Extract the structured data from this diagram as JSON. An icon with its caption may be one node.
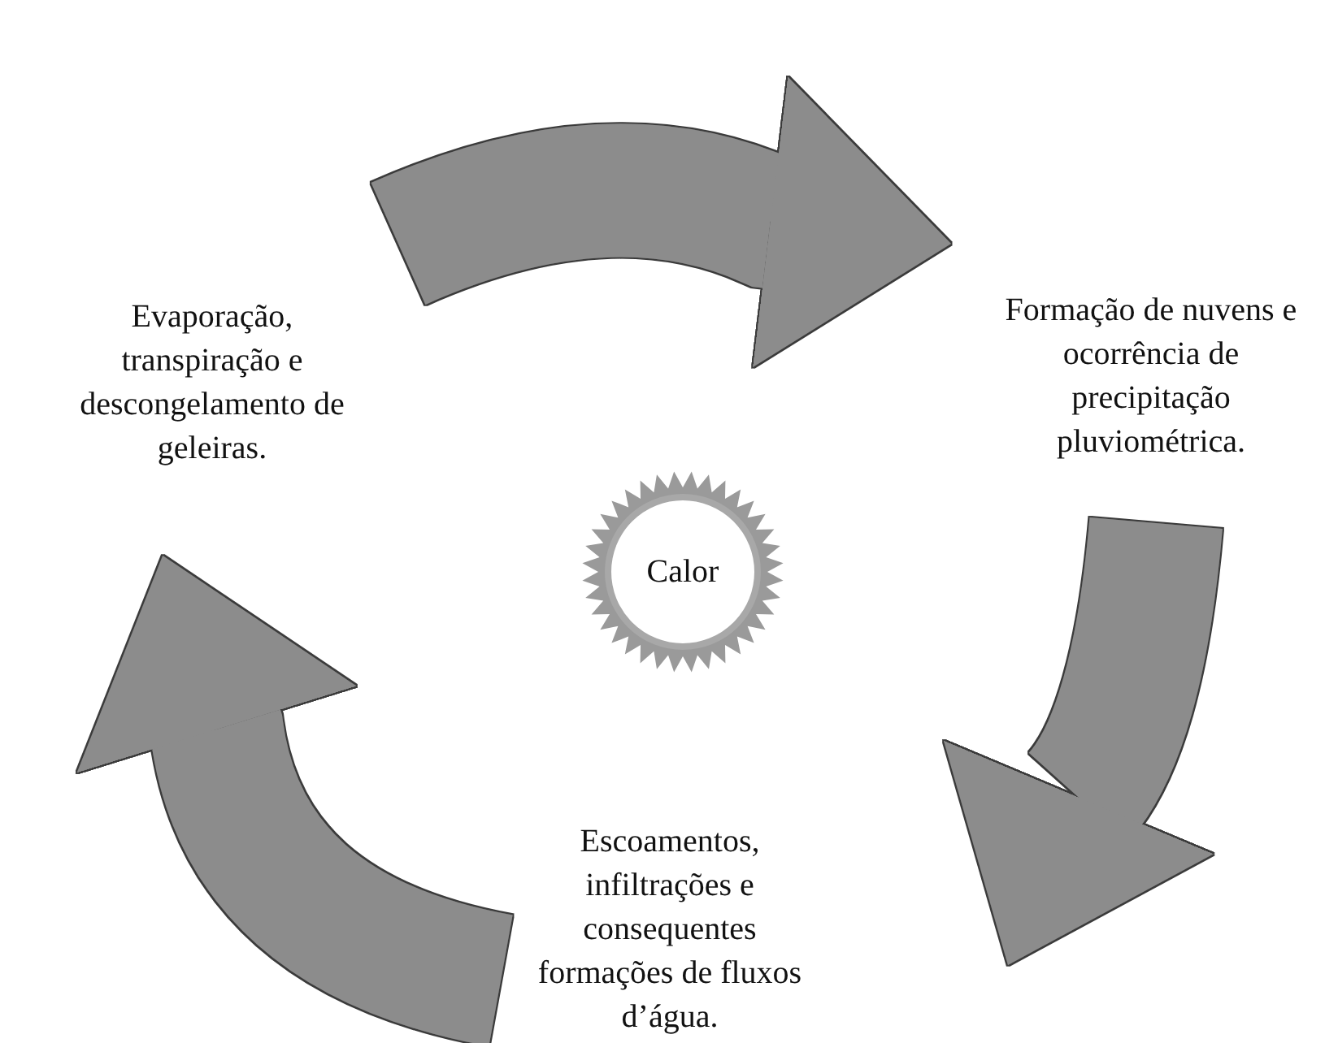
{
  "diagram": {
    "nodes": [
      {
        "text": [
          "Evaporação, transpiração e descongelamento de geleiras."
        ]
      },
      {
        "text": [
          "Formação de nuvens e ocorrência de precipitação pluviométrica."
        ]
      },
      {
        "text": [
          "Escoamentos, infiltrações e consequentes formações de fluxos d’água."
        ]
      },
      {
        "text": [
          "Calor"
        ]
      }
    ],
    "edges": [
      {
        "from": 0,
        "to": 1,
        "arrow": "to"
      },
      {
        "from": 1,
        "to": 2,
        "arrow": "to"
      },
      {
        "from": 2,
        "to": 0,
        "arrow": "to"
      }
    ]
  }
}
